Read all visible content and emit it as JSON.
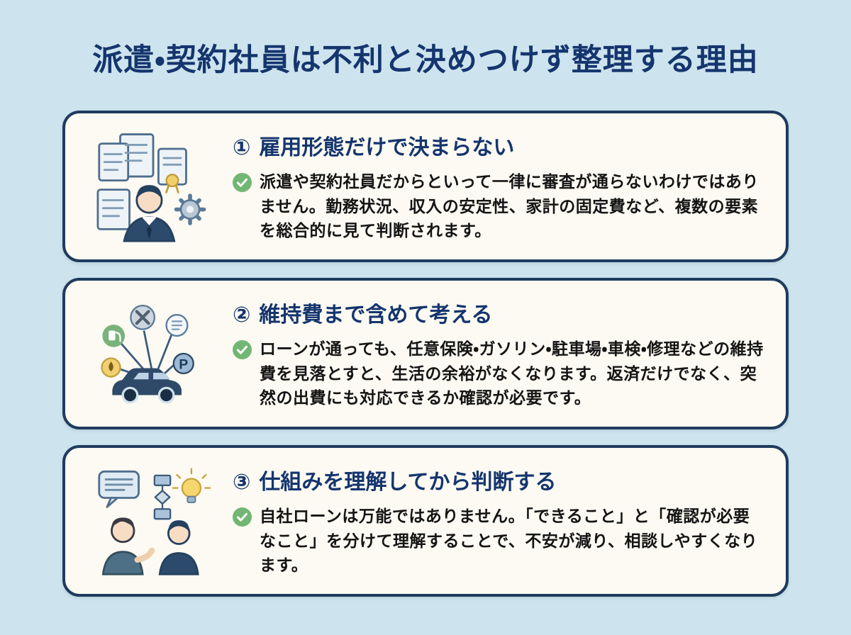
{
  "title": "派遣・契約社員は不利と決めつけず整理する理由",
  "cards": [
    {
      "number": "①",
      "heading": "雇用形態だけで決まらない",
      "body": "派遣や契約社員だからといって一律に審査が通らないわけではありません。勤務状況、収入の安定性、家計の固定費など、複数の要素を総合的に見て判断されます。",
      "icon": "documents-person-gear-icon"
    },
    {
      "number": "②",
      "heading": "維持費まで含めて考える",
      "body": "ローンが通っても、任意保険・ガソリン・駐車場・車検・修理などの維持費を見落とすと、生活の余裕がなくなります。返済だけでなく、突然の出費にも対応できるか確認が必要です。",
      "icon": "car-maintenance-costs-icon"
    },
    {
      "number": "③",
      "heading": "仕組みを理解してから判断する",
      "body": "自社ローンは万能ではありません。「できること」と「確認が必要なこと」を分けて理解することで、不安が減り、相談しやすくなります。",
      "icon": "consultation-lightbulb-icon"
    }
  ],
  "icons": {
    "bullet": "check-icon"
  },
  "colors": {
    "background": "#cde4ee",
    "card_background": "#fcfaf2",
    "card_border": "#1f3b5e",
    "heading": "#15356e",
    "check_green": "#72b673",
    "body_text": "#141414"
  }
}
